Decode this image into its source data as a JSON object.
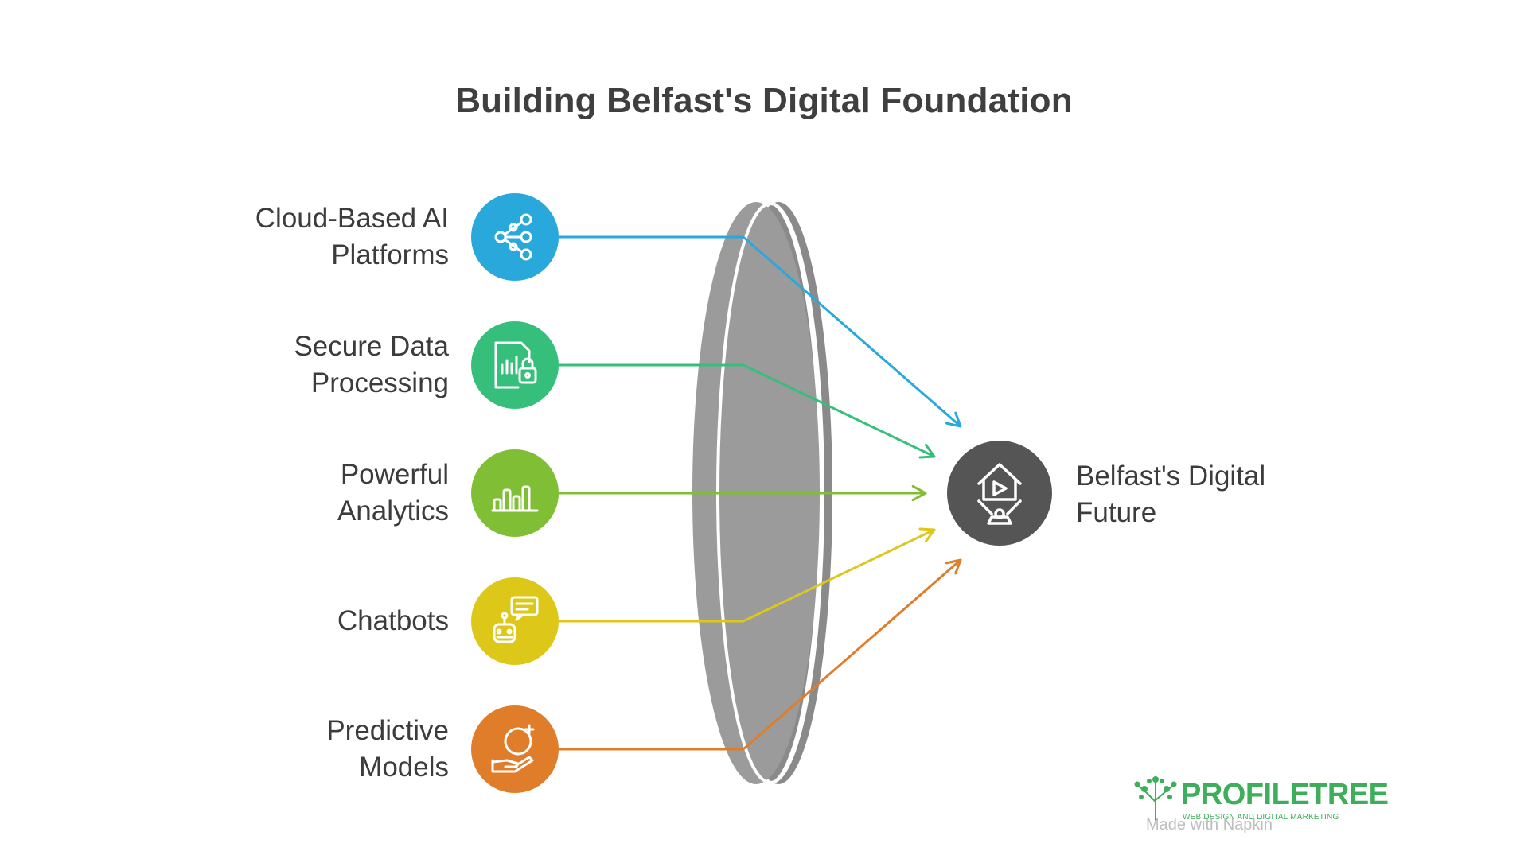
{
  "title": "Building Belfast's Digital Foundation",
  "inputs": [
    {
      "label": "Cloud-Based AI\nPlatforms",
      "icon": "share-network-icon",
      "color": "#29a8dc"
    },
    {
      "label": "Secure Data\nProcessing",
      "icon": "locked-document-chart-icon",
      "color": "#35bf7a"
    },
    {
      "label": "Powerful\nAnalytics",
      "icon": "bar-chart-icon",
      "color": "#80bf35"
    },
    {
      "label": "Chatbots",
      "icon": "robot-chat-icon",
      "color": "#ddc81a"
    },
    {
      "label": "Predictive\nModels",
      "icon": "hand-crystal-ball-icon",
      "color": "#e07d2a"
    }
  ],
  "output": {
    "label": "Belfast's Digital\nFuture",
    "icon": "smart-home-icon",
    "color": "#555555"
  },
  "lens_color": "#9b9b9b",
  "logo": {
    "name": "PROFILETREE",
    "tagline": "WEB DESIGN AND DIGITAL MARKETING",
    "color": "#3dae5a"
  },
  "watermark": "Made with Napkin"
}
